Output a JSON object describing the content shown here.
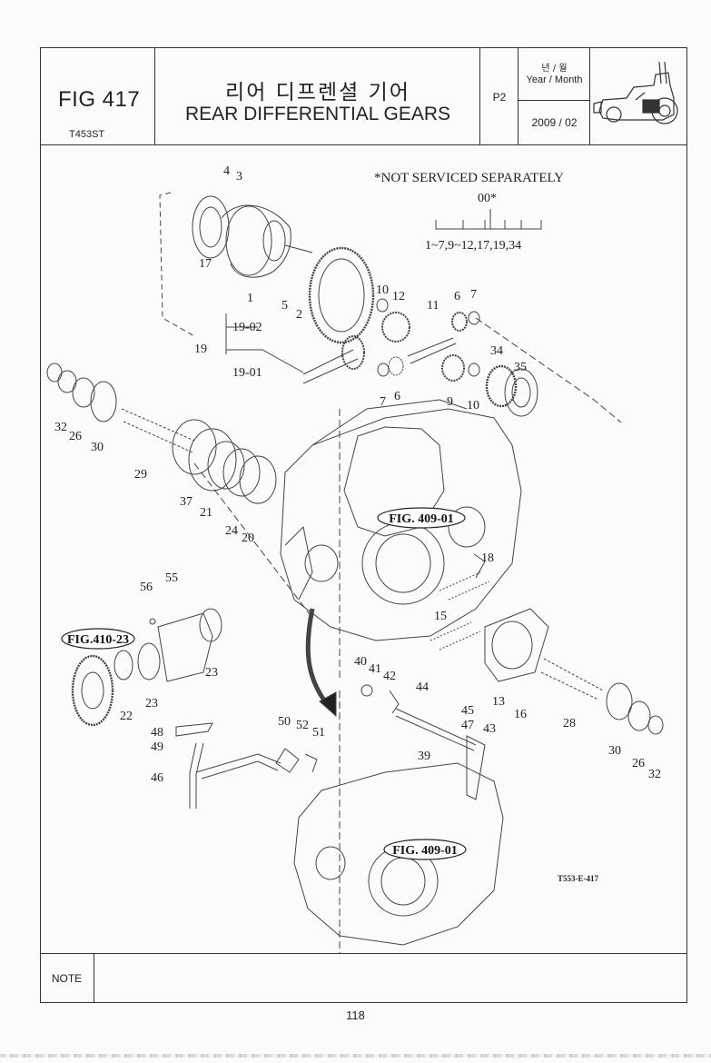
{
  "header": {
    "fig_number": "FIG 417",
    "model": "T453ST",
    "title_kr": "리어 디프렌셜 기어",
    "title_en": "REAR DIFFERENTIAL GEARS",
    "page_code": "P2",
    "year_month_kr": "년 / 월",
    "year_month_en": "Year / Month",
    "year_month_value": "2009 / 02"
  },
  "diagram": {
    "service_note": "*NOT SERVICED SEPARATELY",
    "kit_number": "00*",
    "kit_contents": "1~7,9~12,17,19,34",
    "drawing_code": "T553-E-417",
    "references": [
      "FIG. 409-01",
      "FIG.410-23",
      "FIG. 409-01"
    ],
    "part_labels": [
      "4",
      "3",
      "17",
      "1",
      "5",
      "2",
      "19-02",
      "19",
      "19-01",
      "10",
      "12",
      "11",
      "6",
      "7",
      "34",
      "35",
      "7",
      "6",
      "9",
      "10",
      "32",
      "26",
      "30",
      "29",
      "37",
      "21",
      "24",
      "20",
      "18",
      "56",
      "55",
      "23",
      "23",
      "22",
      "15",
      "13",
      "16",
      "28",
      "30",
      "26",
      "32",
      "40",
      "41",
      "42",
      "44",
      "45",
      "47",
      "43",
      "39",
      "50",
      "52",
      "51",
      "48",
      "49",
      "46"
    ]
  },
  "footer": {
    "note_label": "NOTE",
    "page_number": "118"
  }
}
